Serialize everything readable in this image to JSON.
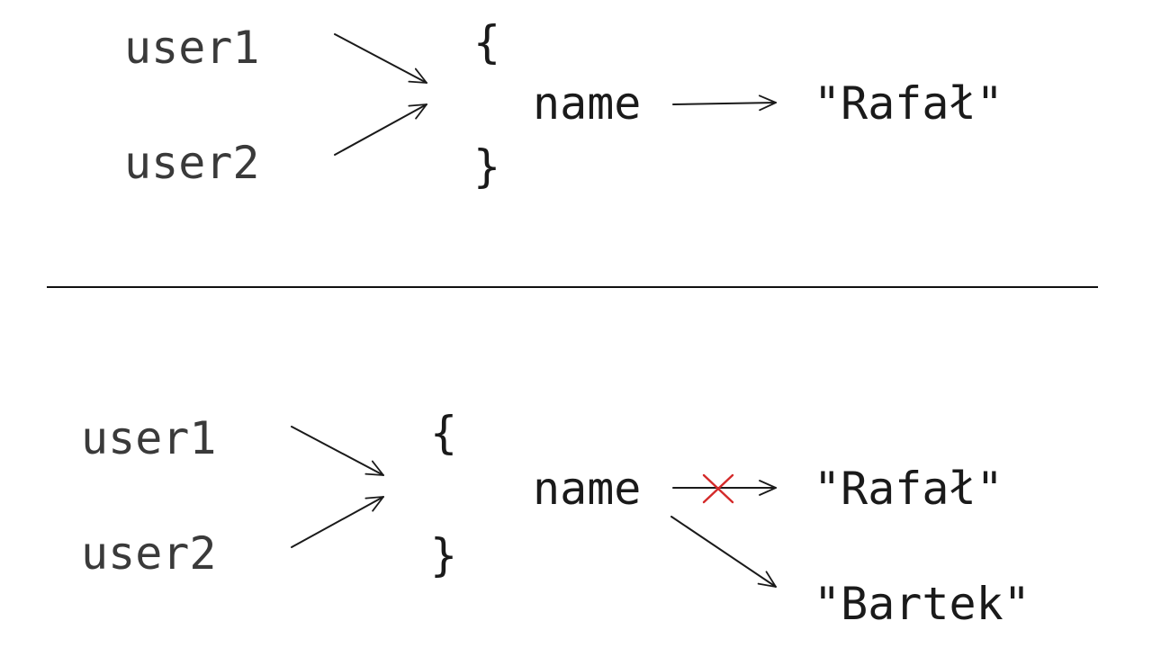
{
  "colors": {
    "ink": "#1a1a1a",
    "ref_text": "#3a3a3a",
    "strike": "#d42a2a",
    "divider": "#111111"
  },
  "before": {
    "ref1": "user1",
    "ref2": "user2",
    "brace_open": "{",
    "brace_close": "}",
    "prop": "name",
    "value": "\"Rafał\""
  },
  "after": {
    "ref1": "user1",
    "ref2": "user2",
    "brace_open": "{",
    "brace_close": "}",
    "prop": "name",
    "old_value": "\"Rafał\"",
    "new_value": "\"Bartek\"",
    "old_link_crossed": true
  }
}
